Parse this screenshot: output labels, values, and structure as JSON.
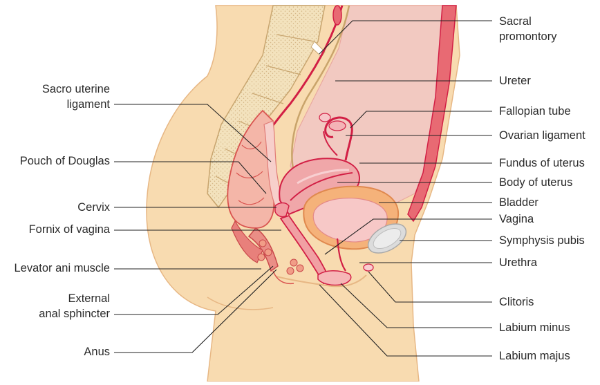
{
  "labels_left": [
    {
      "key": "sacro_uterine",
      "lines": [
        "Sacro uterine",
        "ligament"
      ]
    },
    {
      "key": "pouch_of_douglas",
      "lines": [
        "Pouch of Douglas"
      ]
    },
    {
      "key": "cervix",
      "lines": [
        "Cervix"
      ]
    },
    {
      "key": "fornix_of_vagina",
      "lines": [
        "Fornix of vagina"
      ]
    },
    {
      "key": "levator_ani",
      "lines": [
        "Levator ani muscle"
      ]
    },
    {
      "key": "external_anal_sphincter",
      "lines": [
        "External",
        "anal sphincter"
      ]
    },
    {
      "key": "anus",
      "lines": [
        "Anus"
      ]
    }
  ],
  "labels_right": [
    {
      "key": "sacral_promontory",
      "lines": [
        "Sacral",
        "promontory"
      ]
    },
    {
      "key": "ureter",
      "lines": [
        "Ureter"
      ]
    },
    {
      "key": "fallopian_tube",
      "lines": [
        "Fallopian tube"
      ]
    },
    {
      "key": "ovarian_ligament",
      "lines": [
        "Ovarian ligament"
      ]
    },
    {
      "key": "fundus_of_uterus",
      "lines": [
        "Fundus of uterus"
      ]
    },
    {
      "key": "body_of_uterus",
      "lines": [
        "Body of uterus"
      ]
    },
    {
      "key": "bladder",
      "lines": [
        "Bladder"
      ]
    },
    {
      "key": "vagina",
      "lines": [
        "Vagina"
      ]
    },
    {
      "key": "symphysis_pubis",
      "lines": [
        "Symphysis pubis"
      ]
    },
    {
      "key": "urethra",
      "lines": [
        "Urethra"
      ]
    },
    {
      "key": "clitoris",
      "lines": [
        "Clitoris"
      ]
    },
    {
      "key": "labium_minus",
      "lines": [
        "Labium minus"
      ]
    },
    {
      "key": "labium_majus",
      "lines": [
        "Labium majus"
      ]
    }
  ],
  "colors": {
    "skin": "#f8dbb0",
    "skin_edge": "#e7b784",
    "bone": "#f3e2bd",
    "organ": "#f0b3b2",
    "organ_light": "#f7cfcb",
    "muscle": "#e98c86",
    "vessel": "#d21f45",
    "bladder_wall": "#f1b07a",
    "leader": "#222222"
  }
}
